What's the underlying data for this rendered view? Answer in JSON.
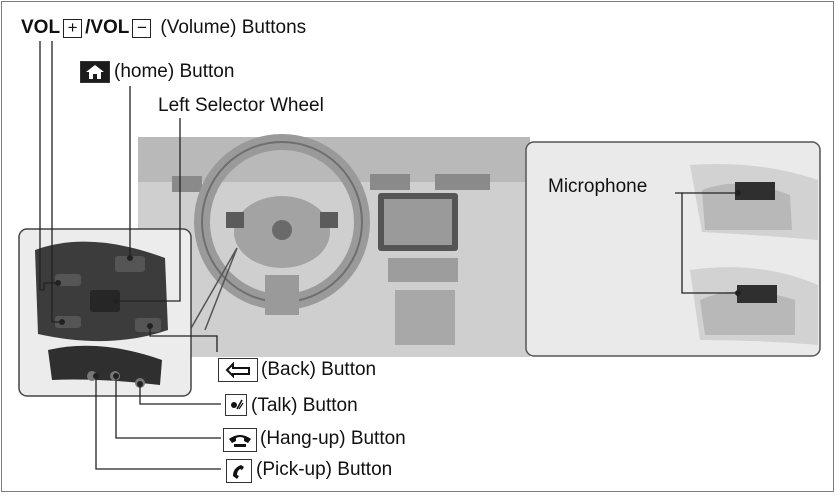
{
  "labels": {
    "vol_plus_prefix": "VOL",
    "vol_plus_key": "+",
    "vol_slash": "/VOL",
    "vol_minus_key": "−",
    "volume": "(Volume) Buttons",
    "home": "(home) Button",
    "left_selector": "Left Selector Wheel",
    "microphone": "Microphone",
    "back": "(Back) Button",
    "talk": "(Talk) Button",
    "hangup": "(Hang-up) Button",
    "pickup": "(Pick-up) Button"
  },
  "icons": {
    "home": "home-icon",
    "back": "back-arrow-icon",
    "talk": "talk-voice-icon",
    "hangup": "hang-up-phone-icon",
    "pickup": "pick-up-phone-icon"
  },
  "colors": {
    "photo_bg": "#c4c4c4",
    "inset_bg": "#ececec",
    "callout_line": "#222222",
    "border": "#7d7d7d"
  }
}
